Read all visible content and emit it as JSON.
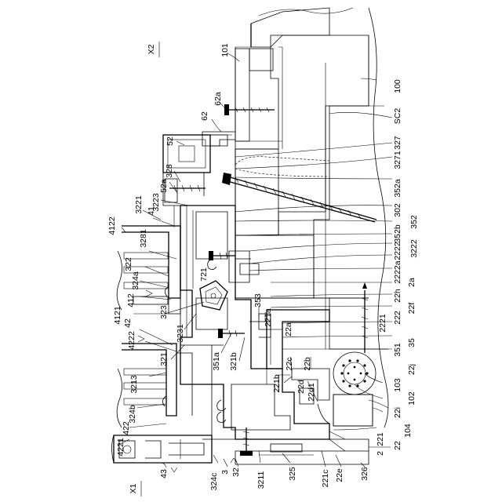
{
  "labels": {
    "l_X2": "X2",
    "l_X1": "X1",
    "l_101": "101",
    "l_100": "100",
    "l_62a": "62a",
    "l_62": "62",
    "l_SC2": "SC2",
    "l_52": "52",
    "l_327": "327",
    "l_3271": "3271",
    "l_328": "328",
    "l_52a": "52a",
    "l_352a": "352a",
    "l_3223": "3223",
    "l_3221": "3221",
    "l_41": "41",
    "l_302": "302",
    "l_352": "352",
    "l_352b": "352b",
    "l_4122": "4122",
    "l_3281": "3281",
    "l_3222": "3222",
    "l_2222": "2222",
    "l_322": "322",
    "l_324a": "324a",
    "l_721": "721",
    "l_2222a": "2222a",
    "l_2a": "2a",
    "l_412": "412",
    "l_22h": "22h",
    "l_4121": "4121",
    "l_323": "323",
    "l_353": "353",
    "l_221a": "221a",
    "l_22f": "22f",
    "l_222": "222",
    "l_2221": "2221",
    "l_42": "42",
    "l_4222": "4222",
    "l_3231": "3231",
    "l_22a": "22a",
    "l_35": "35",
    "l_351": "351",
    "l_321": "321",
    "l_351a": "351a",
    "l_321b": "321b",
    "l_22c": "22c",
    "l_22b": "22b",
    "l_3213": "3213",
    "l_221b": "221b",
    "l_22d": "22d",
    "l_22d1": "22d1",
    "l_22j": "22j",
    "l_103": "103",
    "l_102": "102",
    "l_324b": "324b",
    "l_22i": "22i",
    "l_422": "422",
    "l_104": "104",
    "l_221": "221",
    "l_22": "22",
    "l_4221": "4221",
    "l_2": "2",
    "l_43": "43",
    "l_324c": "324c",
    "l_3": "3",
    "l_32": "32",
    "l_3211": "3211",
    "l_325": "325",
    "l_221c": "221c",
    "l_22e": "22e",
    "l_326": "326"
  }
}
